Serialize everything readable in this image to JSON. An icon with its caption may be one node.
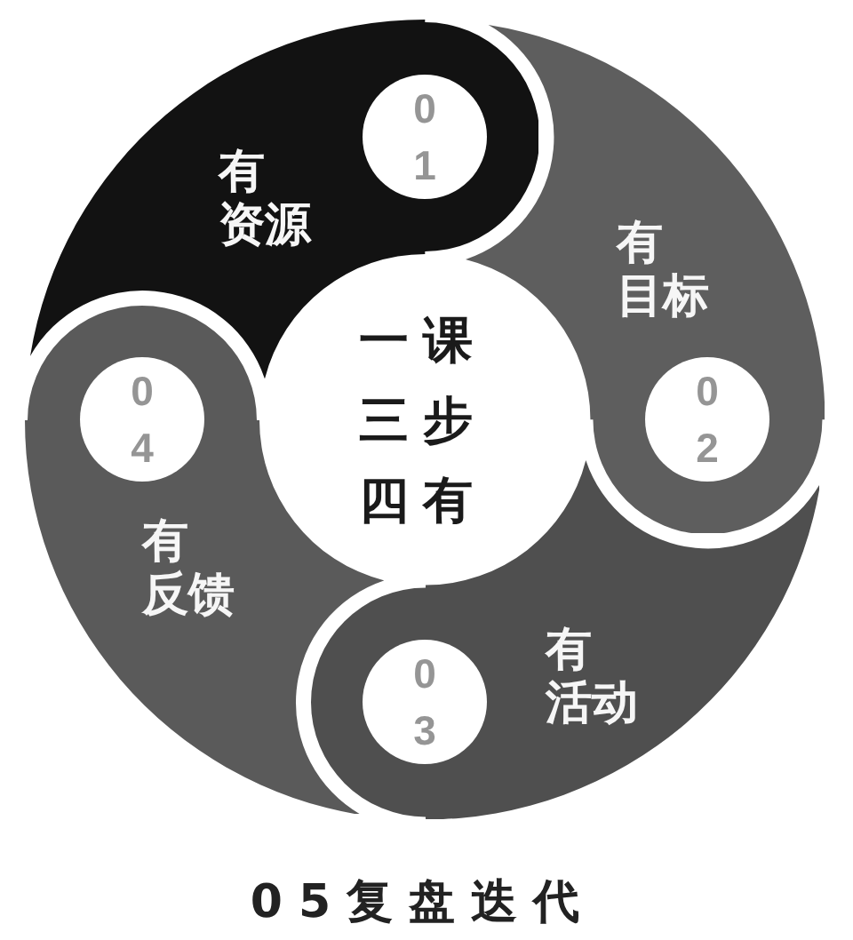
{
  "diagram": {
    "nodes": [
      {
        "text": [
          "一课三步四有"
        ]
      },
      {
        "text": [
          "有资源"
        ]
      },
      {
        "text": [
          "01"
        ],
        "in": 1
      },
      {
        "text": [
          "有目标"
        ]
      },
      {
        "text": [
          "02"
        ],
        "in": 3
      },
      {
        "text": [
          "有活动"
        ]
      },
      {
        "text": [
          "03"
        ],
        "in": 5
      },
      {
        "text": [
          "有反馈"
        ]
      },
      {
        "text": [
          "04"
        ],
        "in": 7
      }
    ],
    "labels": [
      "05复盘迭代"
    ]
  }
}
